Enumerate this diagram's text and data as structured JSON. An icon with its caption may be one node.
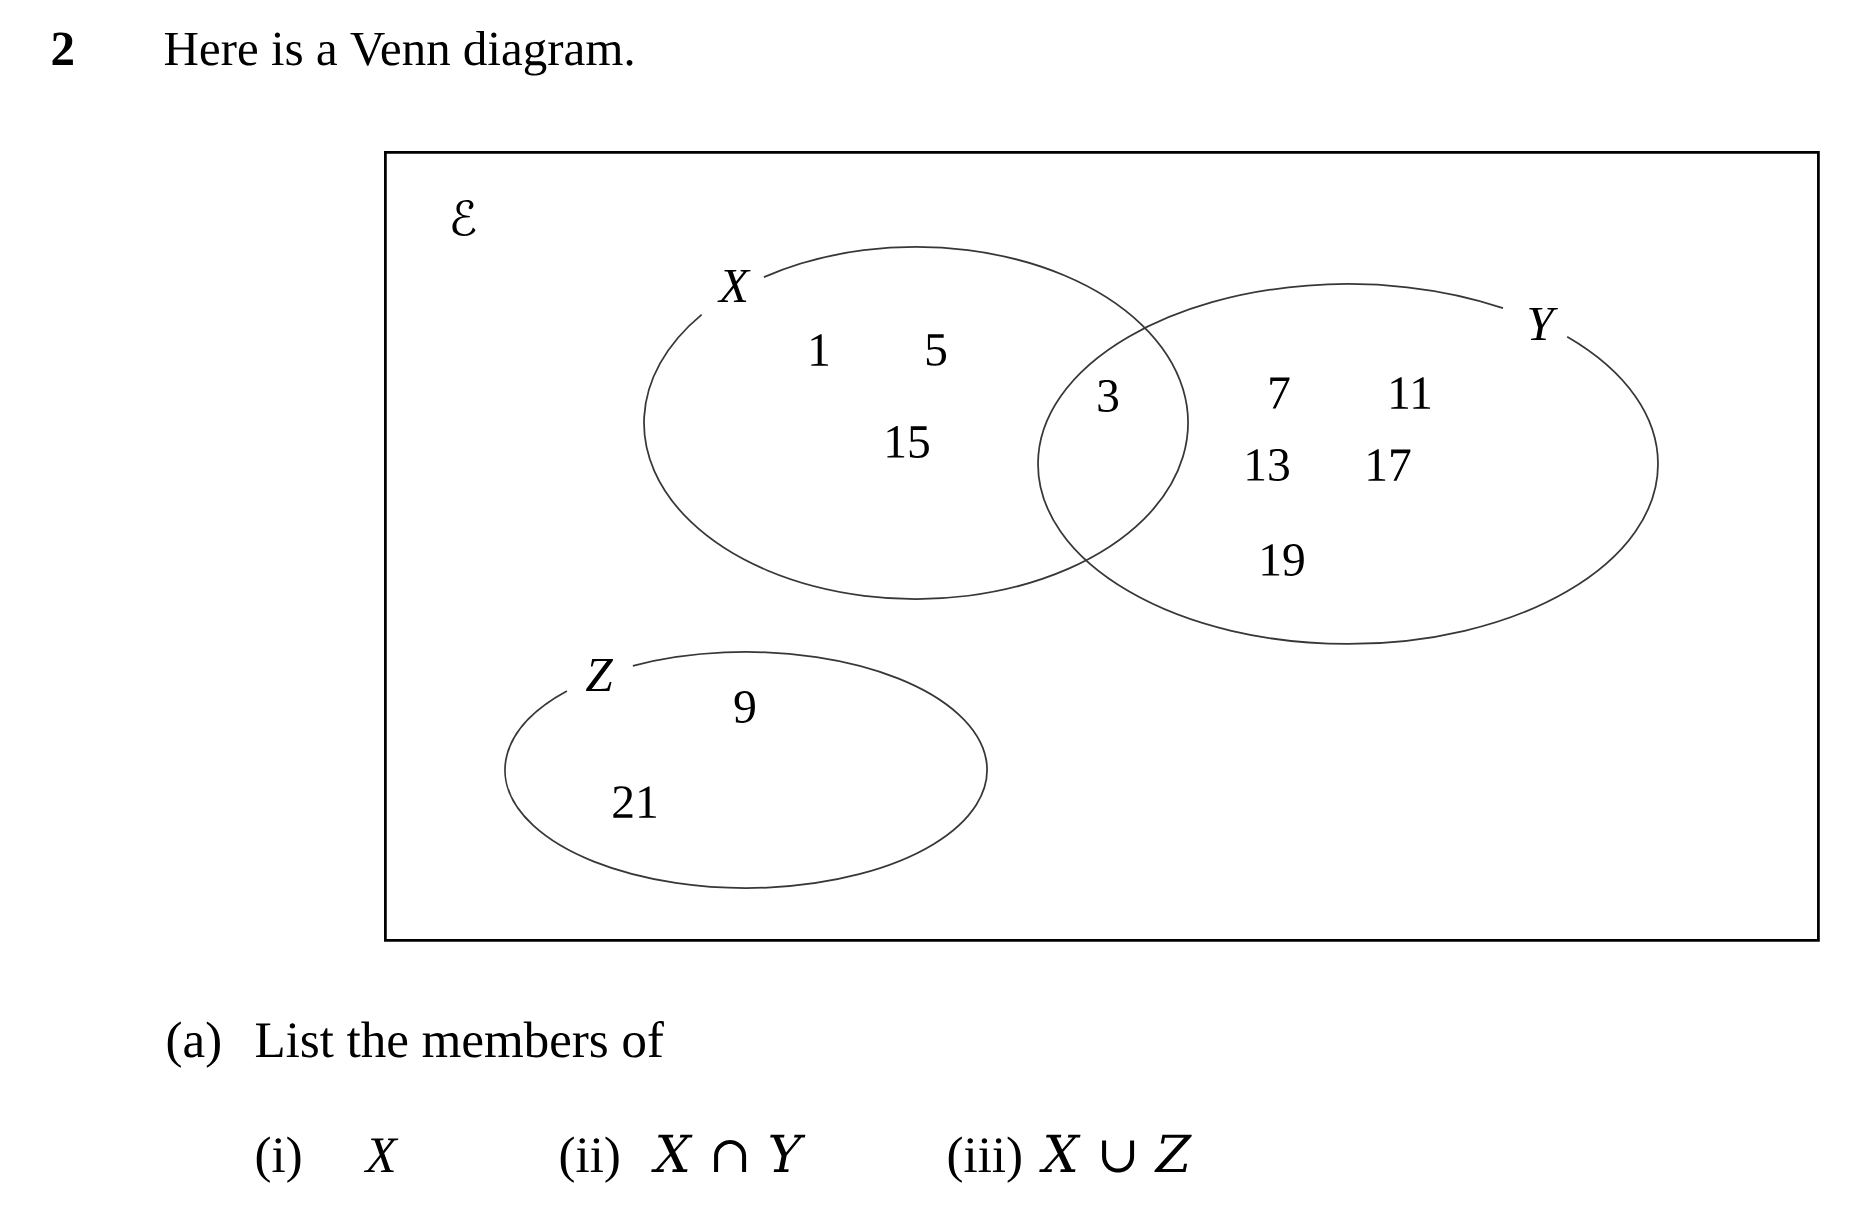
{
  "diagram": {
    "title": "Here is a Venn diagram.",
    "nodes": [
      {
        "text": [
          "ℰ"
        ]
      },
      {
        "text": [
          "X",
          "1",
          "5",
          "15"
        ],
        "in": 0
      },
      {
        "text": [
          "Y",
          "7",
          "11",
          "13",
          "17",
          "19"
        ],
        "in": 0
      },
      {
        "text": [
          "Z",
          "9",
          "21"
        ],
        "in": 0
      }
    ],
    "labels": [
      "2",
      "3",
      "(a)",
      "List the members of",
      "(i)",
      "X",
      "(ii)",
      "*X* ∩ *Y*",
      "(iii)",
      "*X* ∪ *Z*"
    ]
  }
}
